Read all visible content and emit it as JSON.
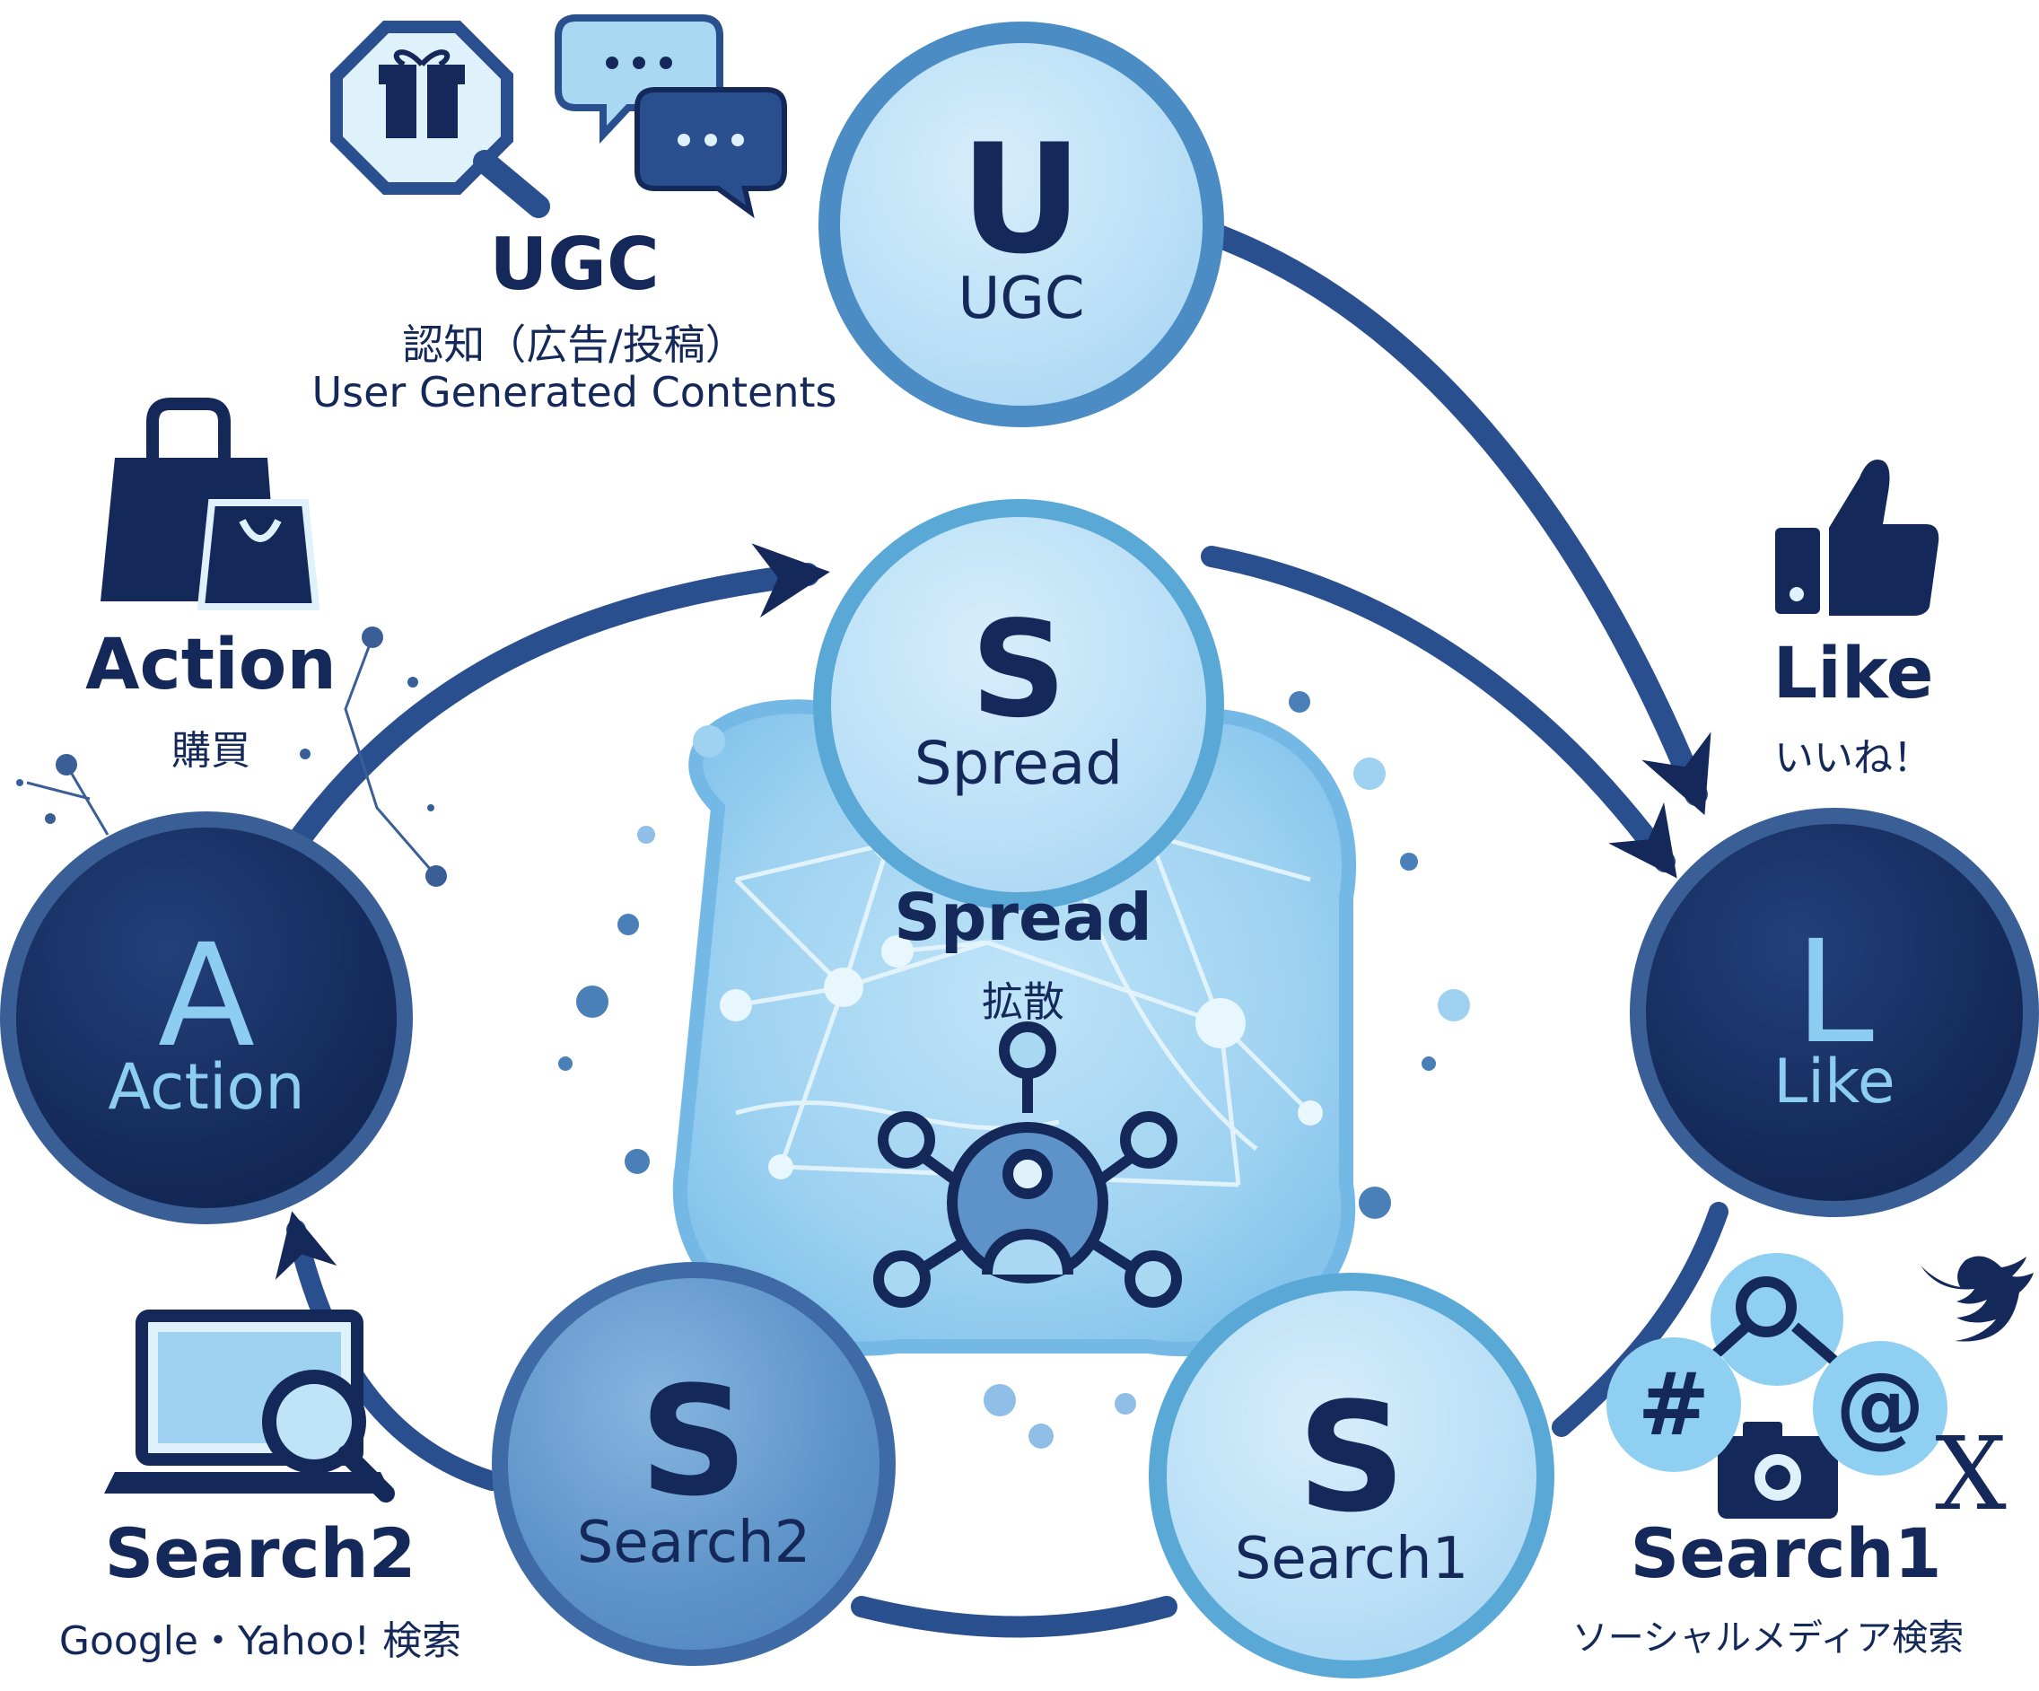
{
  "nodes": {
    "ugc": {
      "letter": "U",
      "label": "UGC"
    },
    "spread": {
      "letter": "S",
      "label": "Spread"
    },
    "action": {
      "letter": "A",
      "label": "Action"
    },
    "like": {
      "letter": "L",
      "label": "Like"
    },
    "search2": {
      "letter": "S",
      "label": "Search2"
    },
    "search1": {
      "letter": "S",
      "label": "Search1"
    }
  },
  "labels": {
    "ugc": {
      "title": "UGC",
      "jp": "認知（広告/投稿）",
      "en": "User Generated Contents"
    },
    "action": {
      "title": "Action",
      "jp": "購買"
    },
    "like": {
      "title": "Like",
      "jp": "いいね！"
    },
    "spread": {
      "title": "Spread",
      "jp": "拡散"
    },
    "search2": {
      "title": "Search2",
      "sub": "Google・Yahoo! 検索"
    },
    "search1": {
      "title": "Search1",
      "sub": "ソーシャルメディア検索"
    }
  },
  "social_glyphs": {
    "hash": "#",
    "at": "@",
    "x": "X"
  },
  "icons": [
    "gift-search-icon",
    "chat-bubbles-icon",
    "shopping-bags-icon",
    "thumbs-up-icon",
    "laptop-search-icon",
    "network-hub-icon",
    "bird-icon",
    "magnifier-icon",
    "camera-icon",
    "x-logo-icon"
  ],
  "colors": {
    "navy": "#14295a",
    "light_blue": "#b8def6",
    "mid_blue": "#5e93c9",
    "dark_node": "#152b5c",
    "accent": "#8dcdf2"
  }
}
